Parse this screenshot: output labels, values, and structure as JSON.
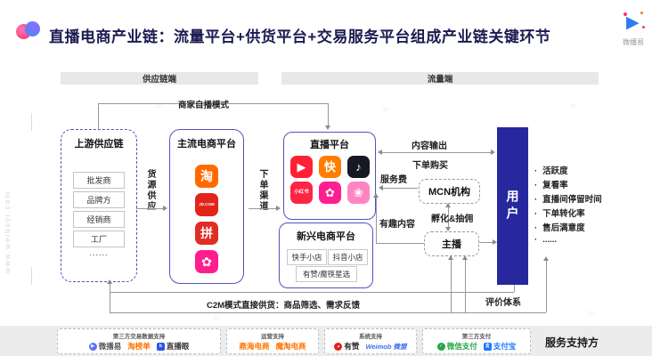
{
  "header": {
    "title": "直播电商产业链：流量平台+供货平台+交易服务平台组成产业链关键环节",
    "brand_name": "微播易"
  },
  "watermark": {
    "url": "www.weiboyi.com"
  },
  "section_bars": {
    "supply": "供应链端",
    "traffic": "流量端"
  },
  "flow_labels": {
    "merchant_self_broadcast": "商家自播模式",
    "supply_of_goods": "货源供应",
    "order_channel": "下单渠道",
    "content_output": "内容输出",
    "order_purchase": "下单购买",
    "service_fee": "服务费",
    "incubation_commission": "孵化&抽佣",
    "fun_content": "有趣内容",
    "evaluation_system": "评价体系",
    "c2m": "C2M模式直接供货：商品筛选、需求反馈"
  },
  "upstream": {
    "title": "上游供应链",
    "items": [
      "批发商",
      "品牌方",
      "经销商",
      "工厂",
      "......"
    ]
  },
  "mainstream": {
    "title": "主流电商平台",
    "platforms": [
      {
        "name": "taobao",
        "glyph": "淘",
        "bg": "#ff6a00"
      },
      {
        "name": "jd",
        "glyph": "JD.COM",
        "bg": "#e1251b"
      },
      {
        "name": "pinduoduo",
        "glyph": "拼",
        "bg": "#e02e24"
      },
      {
        "name": "mogujie",
        "glyph": "✿",
        "bg": "#ff1e8e"
      }
    ]
  },
  "live": {
    "title": "直播平台",
    "platforms": [
      {
        "name": "taobao-live",
        "glyph": "▶",
        "bg": "#ff2035"
      },
      {
        "name": "kuaishou",
        "glyph": "快",
        "bg": "#ff7e00"
      },
      {
        "name": "douyin",
        "glyph": "♪",
        "bg": "#161823"
      },
      {
        "name": "xiaohongshu",
        "glyph": "小红书",
        "bg": "#ff2442"
      },
      {
        "name": "mogujie",
        "glyph": "✿",
        "bg": "#ff1e8e"
      },
      {
        "name": "meipai",
        "glyph": "❀",
        "bg": "#ff85c2"
      }
    ]
  },
  "emerging": {
    "title": "新兴电商平台",
    "tags": [
      "快手小店",
      "抖音小店",
      "有赞/魔筷星选"
    ]
  },
  "mcn": {
    "label": "MCN机构"
  },
  "anchor": {
    "label": "主播"
  },
  "user": {
    "label": "用户",
    "metrics": [
      "活跃度",
      "复看率",
      "直播间停留时间",
      "下单转化率",
      "售后满意度",
      "......"
    ]
  },
  "support_bar": {
    "heading": "服务支持方",
    "groups": [
      {
        "title": "第三方交易数据支持",
        "logos": [
          "微播易",
          "淘榜单",
          "直播眼"
        ]
      },
      {
        "title": "运营支持",
        "logos": [
          "鼎海电商",
          "魔淘电商"
        ]
      },
      {
        "title": "系统支持",
        "logos": [
          "有赞",
          "Weimob 微盟"
        ]
      },
      {
        "title": "第三方支付",
        "logos": [
          "微信支付",
          "支付宝"
        ]
      }
    ]
  },
  "support_icons": {
    "weiboyi_play": "▶",
    "zhiboyan_b": "b",
    "youzan_thumb": "▲",
    "wechat_check": "✓",
    "alipay_zhi": "支"
  },
  "colors": {
    "accent_border": "#5055bd",
    "user_bar": "#28289e",
    "title_text": "#1b1b52",
    "orange_logo": "#ff7300",
    "wechat_green": "#24a548",
    "alipay_blue": "#1678ff",
    "weimob_blue": "#3a6ff2"
  }
}
